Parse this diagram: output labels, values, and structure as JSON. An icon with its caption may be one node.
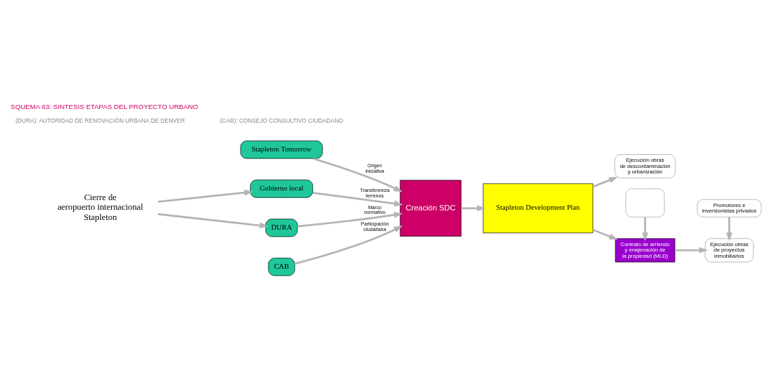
{
  "diagram": {
    "title": "SQUEMA 63: SINTESIS ETAPAS DEL PROYECTO URBANO",
    "nodes": [
      {
        "text": [
          "Cierre de aeropuerto internacional Stapleton"
        ]
      },
      {
        "text": [
          "Stapleton Tomorrow"
        ]
      },
      {
        "text": [
          "Gobierno local"
        ]
      },
      {
        "text": [
          "DURA"
        ]
      },
      {
        "text": [
          "CAB"
        ]
      },
      {
        "text": [
          "Creación SDC"
        ]
      },
      {
        "text": [
          "Stapleton Development Plan"
        ]
      },
      {
        "text": [
          "Ejecución obras de descontaminación y urbanización"
        ]
      },
      {
        "text": [
          "Contrato de arriendo y enajenación de la propiedad (MLD)"
        ]
      },
      {
        "text": [
          "Ejecución obras de proyectos inmobiliarios"
        ]
      },
      {
        "text": [],
        "shape": "box"
      },
      {
        "text": [
          "Promotores e inversionistas privados"
        ]
      }
    ],
    "edges": [
      {
        "from": 0,
        "to": 2,
        "arrow": "to"
      },
      {
        "from": 0,
        "to": 3,
        "arrow": "to"
      },
      {
        "from": 1,
        "to": 5,
        "arrow": "to",
        "label": "Origen iniciativa"
      },
      {
        "from": 2,
        "to": 5,
        "arrow": "to",
        "label": "Transferencia terrenos"
      },
      {
        "from": 3,
        "to": 5,
        "arrow": "to",
        "label": "Marco normativo"
      },
      {
        "from": 4,
        "to": 5,
        "arrow": "to",
        "label": "Participación ciudadana"
      },
      {
        "from": 5,
        "to": 6,
        "arrow": "to"
      },
      {
        "from": 6,
        "to": 7,
        "arrow": "to"
      },
      {
        "from": 6,
        "to": 8,
        "arrow": "to"
      },
      {
        "from": 8,
        "to": 9,
        "arrow": "to"
      },
      {
        "from": 10,
        "to": 8,
        "arrow": "to"
      },
      {
        "from": 11,
        "to": 9,
        "arrow": "to"
      }
    ],
    "labels": [
      "(DURA): AUTORIDAD DE RENOVACIÓN URBANA DE DENVER",
      "(CAB): CONSEJO CONSULTIVO CIUDADANO"
    ]
  }
}
